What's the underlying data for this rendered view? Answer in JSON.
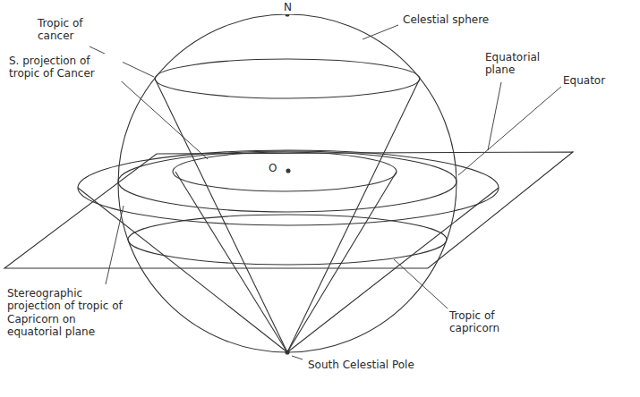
{
  "diagram": {
    "labels": [
      "N",
      "Celestial sphere",
      "Tropic of cancer",
      "S. projection of tropic of Cancer",
      "Equatorial plane",
      "Equator",
      "O",
      "Stereographic projection of tropic of Capricorn on equatorial plane",
      "Tropic of capricorn",
      "South Celestial Pole"
    ]
  }
}
